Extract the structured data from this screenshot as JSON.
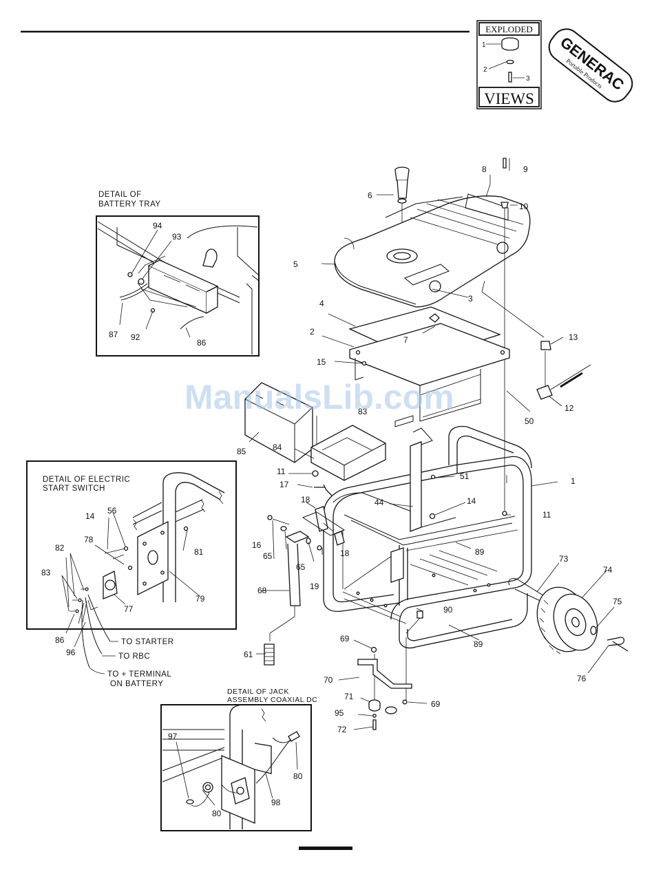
{
  "header": {
    "badge_top": "EXPLODED",
    "badge_bottom": "VIEWS",
    "badge_callouts": [
      "1",
      "2",
      "3"
    ],
    "brand": "GENERAC",
    "brand_sub": "Portable Products"
  },
  "watermark": "ManualsLib.com",
  "details": {
    "battery_tray": {
      "line1": "DETAIL OF",
      "line2": "BATTERY TRAY"
    },
    "start_switch": {
      "line1": "DETAIL OF ELECTRIC",
      "line2": "START SWITCH"
    },
    "jack": {
      "line1": "DETAIL OF JACK",
      "line2": "ASSEMBLY COAXIAL DC"
    }
  },
  "wire_labels": {
    "starter": "TO STARTER",
    "rbc": "TO RBC",
    "terminal1": "TO + TERMINAL",
    "terminal2": "ON BATTERY"
  },
  "callouts": {
    "c1": "1",
    "c2": "2",
    "c3": "3",
    "c4": "4",
    "c5": "5",
    "c6": "6",
    "c7": "7",
    "c8": "8",
    "c9": "9",
    "c10": "10",
    "c11a": "11",
    "c11b": "11",
    "c12": "12",
    "c13": "13",
    "c14a": "14",
    "c14b": "14",
    "c15": "15",
    "c16": "16",
    "c17": "17",
    "c18a": "18",
    "c18b": "18",
    "c19": "19",
    "c44": "44",
    "c50": "50",
    "c51": "51",
    "c56": "56",
    "c61": "61",
    "c65a": "65",
    "c65b": "65",
    "c68": "68",
    "c69a": "69",
    "c69b": "69",
    "c70": "70",
    "c71": "71",
    "c72": "72",
    "c73": "73",
    "c74": "74",
    "c75": "75",
    "c76": "76",
    "c77": "77",
    "c78": "78",
    "c79": "79",
    "c80a": "80",
    "c80b": "80",
    "c81": "81",
    "c82": "82",
    "c83": "83",
    "c83b": "83",
    "c84": "84",
    "c85": "85",
    "c86a": "86",
    "c86b": "86",
    "c87": "87",
    "c89a": "89",
    "c89b": "89",
    "c90": "90",
    "c92": "92",
    "c93": "93",
    "c94": "94",
    "c95": "95",
    "c96": "96",
    "c97": "97",
    "c98": "98"
  }
}
